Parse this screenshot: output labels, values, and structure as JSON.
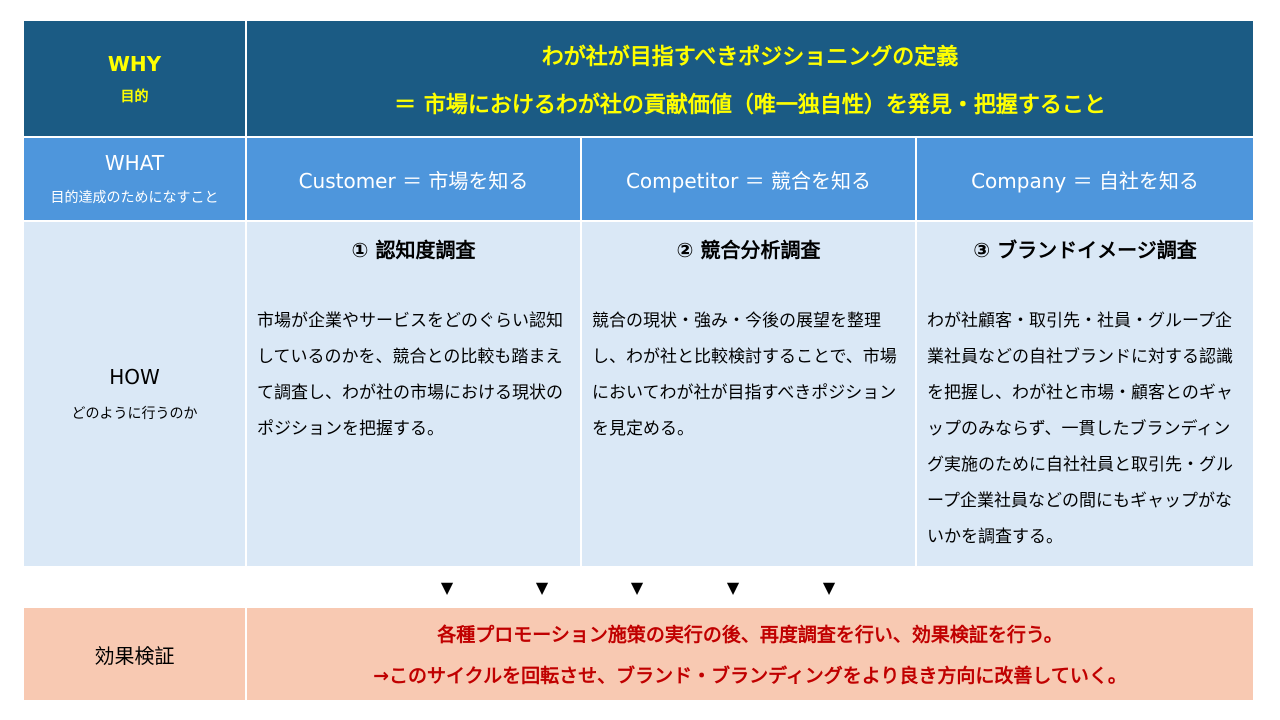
{
  "why": {
    "label": "WHY",
    "sublabel": "目的",
    "line1": "わが社が目指すべきポジショニングの定義",
    "line2": "＝ 市場におけるわが社の貢献価値（唯一独自性）を発見・把握すること"
  },
  "what": {
    "label": "WHAT",
    "sublabel": "目的達成のためになすこと",
    "items": [
      "Customer ＝ 市場を知る",
      "Competitor ＝ 競合を知る",
      "Company ＝ 自社を知る"
    ]
  },
  "how": {
    "label": "HOW",
    "sublabel": "どのように行うのか",
    "items": [
      {
        "title": "① 認知度調査",
        "text": "市場が企業やサービスをどのぐらい認知しているのかを、競合との比較も踏まえて調査し、わが社の市場における現状のポジションを把握する。"
      },
      {
        "title": "② 競合分析調査",
        "text": "競合の現状・強み・今後の展望を整理し、わが社と比較検討することで、市場においてわが社が目指すべきポジションを見定める。"
      },
      {
        "title": "③ ブランドイメージ調査",
        "text": "わが社顧客・取引先・社員・グループ企業社員などの自社ブランドに対する認識を把握し、わが社と市場・顧客とのギャップのみならず、一貫したブランディング実施のために自社社員と取引先・グループ企業社員などの間にもギャップがないかを調査する。"
      }
    ]
  },
  "arrows": [
    "▼",
    "▼",
    "▼",
    "▼",
    "▼"
  ],
  "effect": {
    "label": "効果検証",
    "line1": "各種プロモーション施策の実行の後、再度調査を行い、効果検証を行う。",
    "line2": "→このサイクルを回転させ、ブランド・ブランディングをより良き方向に改善していく。"
  }
}
